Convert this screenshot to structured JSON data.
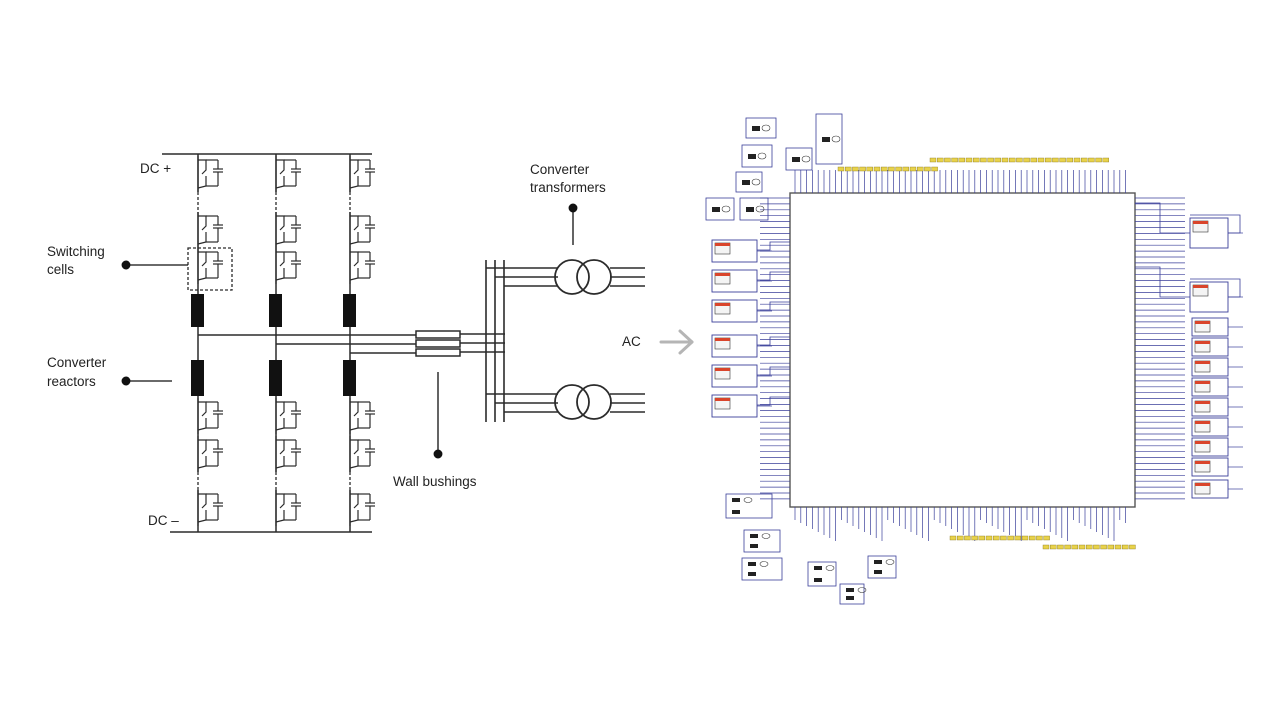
{
  "labels": {
    "dc_plus": "DC +",
    "dc_minus": "DC –",
    "switching_cells": [
      "Switching",
      "cells"
    ],
    "converter_reactors": [
      "Converter",
      "reactors"
    ],
    "converter_transformers": [
      "Converter",
      "transformers"
    ],
    "wall_bushings": "Wall bushings",
    "ac": "AC"
  },
  "colors": {
    "line": "#2b2b2b",
    "reactor": "#111111",
    "arrow": "#b5b5b5",
    "schematic_wire": "#3a3f9a",
    "schematic_box": "#8a8a8a",
    "pin_yellow": "#e8d24a",
    "block_red": "#d9452b"
  },
  "icons": {
    "ac_arrow": "right-arrow-icon",
    "pointer": "dot-pointer-icon"
  }
}
